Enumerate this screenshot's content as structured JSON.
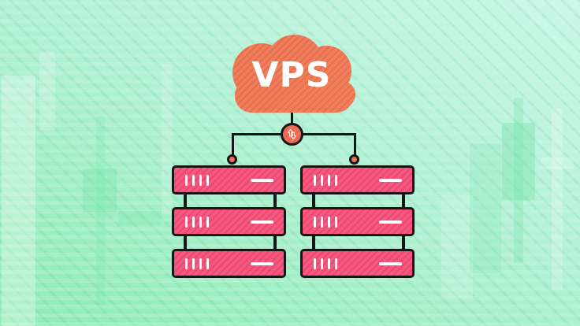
{
  "illustration": {
    "cloud": {
      "label": "VPS",
      "color": "#F07E5C",
      "hatch_color": "#E3734F",
      "label_color": "#FFFFFF"
    },
    "hub": {
      "icon": "data-transfer-arrows-icon",
      "color": "#F2705A"
    },
    "connectors": {
      "line_color": "#161616",
      "endpoint_node_color": "#F2705A"
    },
    "server_stacks": {
      "count": 2,
      "servers_per_stack": 3,
      "indicator_lights_per_server": 4,
      "drive_slot_lines_per_server": 1,
      "server_color": "#F7587F",
      "server_hatch_color": "#EE4D72",
      "outline_color": "#161616",
      "detail_color": "#FFFFFF"
    },
    "background": {
      "gradient_top": "#CDF7E9",
      "gradient_bottom": "#8FECB4",
      "texture": "diagonal-dash-pattern",
      "decoration": "faint-candlestick-bars"
    }
  }
}
